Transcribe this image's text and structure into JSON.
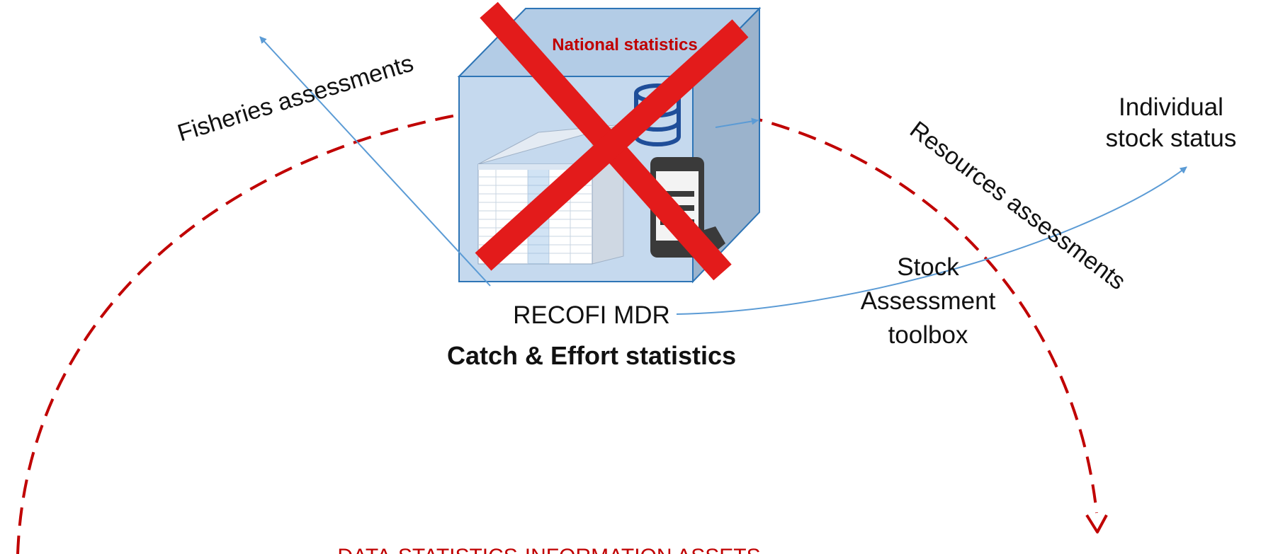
{
  "box": {
    "title": "National statistics"
  },
  "labels": {
    "fisheries": "Fisheries assessments",
    "resources": "Resources assessments",
    "individual_line1": "Individual",
    "individual_line2": "stock status",
    "stock_line1": "Stock",
    "stock_line2": "Assessment",
    "stock_line3": "toolbox",
    "recofi": "RECOFI MDR",
    "catch": "Catch & Effort statistics",
    "assets": "DATA-STATISTICS-INFORMATION ASSETS"
  },
  "colors": {
    "arrow_blue": "#5b9bd5",
    "dashed_red": "#c00000",
    "cross_red": "#e31b1b",
    "box_front": "#c5d9ee",
    "box_top": "#b3cce6",
    "box_side": "#9bb3cc",
    "box_edge": "#2e75b6",
    "db_blue": "#1f4e99"
  },
  "icons": [
    "database-icon",
    "mobile-phone-icon",
    "spreadsheet-form-icon"
  ]
}
